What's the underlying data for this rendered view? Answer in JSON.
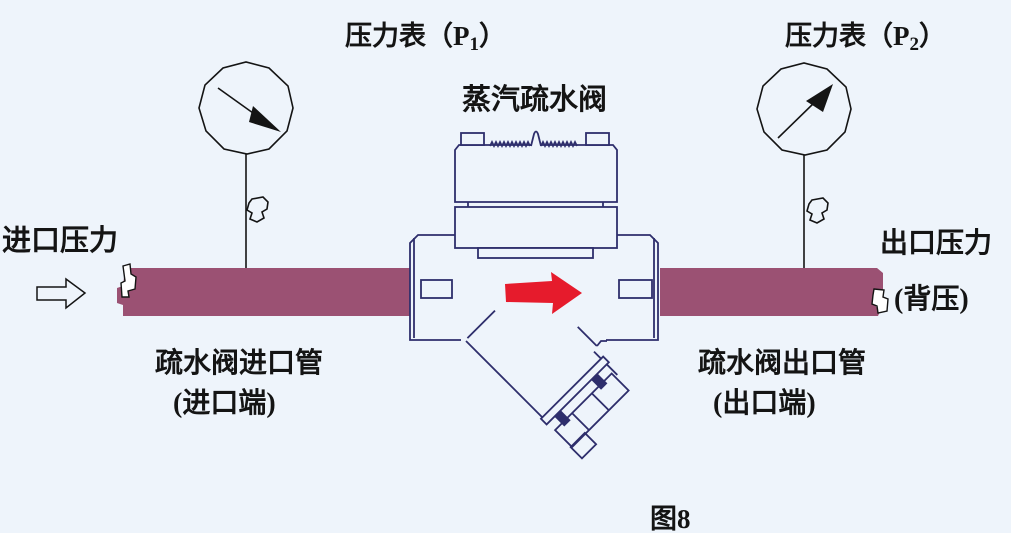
{
  "figure": {
    "caption": "图8",
    "labels": {
      "gauge_p1": {
        "prefix": "压力表（P",
        "sub": "1",
        "suffix": "）"
      },
      "gauge_p2": {
        "prefix": "压力表（P",
        "sub": "2",
        "suffix": "）"
      },
      "steam_trap": "蒸汽疏水阀",
      "inlet_pressure": "进口压力",
      "outlet_pressure": "出口压力",
      "back_pressure": "(背压)",
      "inlet_pipe_line1": "疏水阀进口管",
      "inlet_pipe_line2": "(进口端)",
      "outlet_pipe_line1": "疏水阀出口管",
      "outlet_pipe_line2": "(出口端)"
    },
    "icons": {
      "pressure_gauge": "dial-circle-with-needle",
      "stem_valve": "small-shutoff-knob-on-gauge-stem",
      "flow_arrow": "solid-red-right-arrow",
      "inlet_flow_arrow": "hollow-outline-right-arrow",
      "pipe_break": "jagged-break-mark-at-pipe-end",
      "strainer": "45-degree-y-strainer-leg-with-bolted-cap"
    }
  },
  "colors": {
    "background": "#eef4fb",
    "line": "#2e2e6c",
    "ink": "#141414",
    "pipe": "#9b5173",
    "arrow_red": "#e61b2c",
    "notch": "#ffffff"
  }
}
